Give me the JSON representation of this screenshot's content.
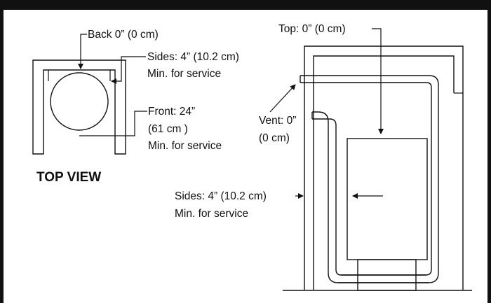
{
  "top_view": {
    "title": "TOP VIEW",
    "back_label": "Back 0” (0 cm)",
    "sides_label_1": "Sides: 4” (10.2 cm)",
    "sides_label_2": "Min. for service",
    "front_label_1": "Front: 24”",
    "front_label_2": "(61 cm )",
    "front_label_3": "Min. for service"
  },
  "front_view": {
    "top_label": "Top: 0” (0 cm)",
    "vent_label_1": "Vent: 0”",
    "vent_label_2": "(0 cm)",
    "sides_label_1": "Sides: 4” (10.2 cm)",
    "sides_label_2": "Min. for service"
  }
}
